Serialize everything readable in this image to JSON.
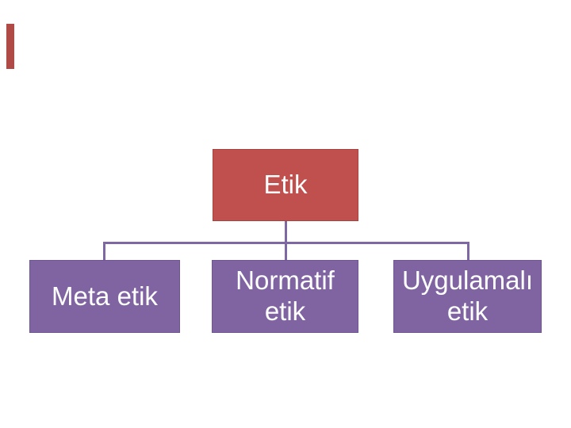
{
  "diagram": {
    "type": "org-chart",
    "root": {
      "label": "Etik"
    },
    "children": [
      {
        "label": "Meta etik"
      },
      {
        "label": "Normatif etik"
      },
      {
        "label": "Uygulamalı etik"
      }
    ]
  },
  "colors": {
    "background": "#ffffff",
    "root_fill": "#c0504d",
    "root_border": "#a8433f",
    "child_fill": "#8064a2",
    "child_border": "#6e5594",
    "connector": "#7e68a4",
    "label_text": "#ffffff",
    "accent_fragment": "#b04a46"
  }
}
